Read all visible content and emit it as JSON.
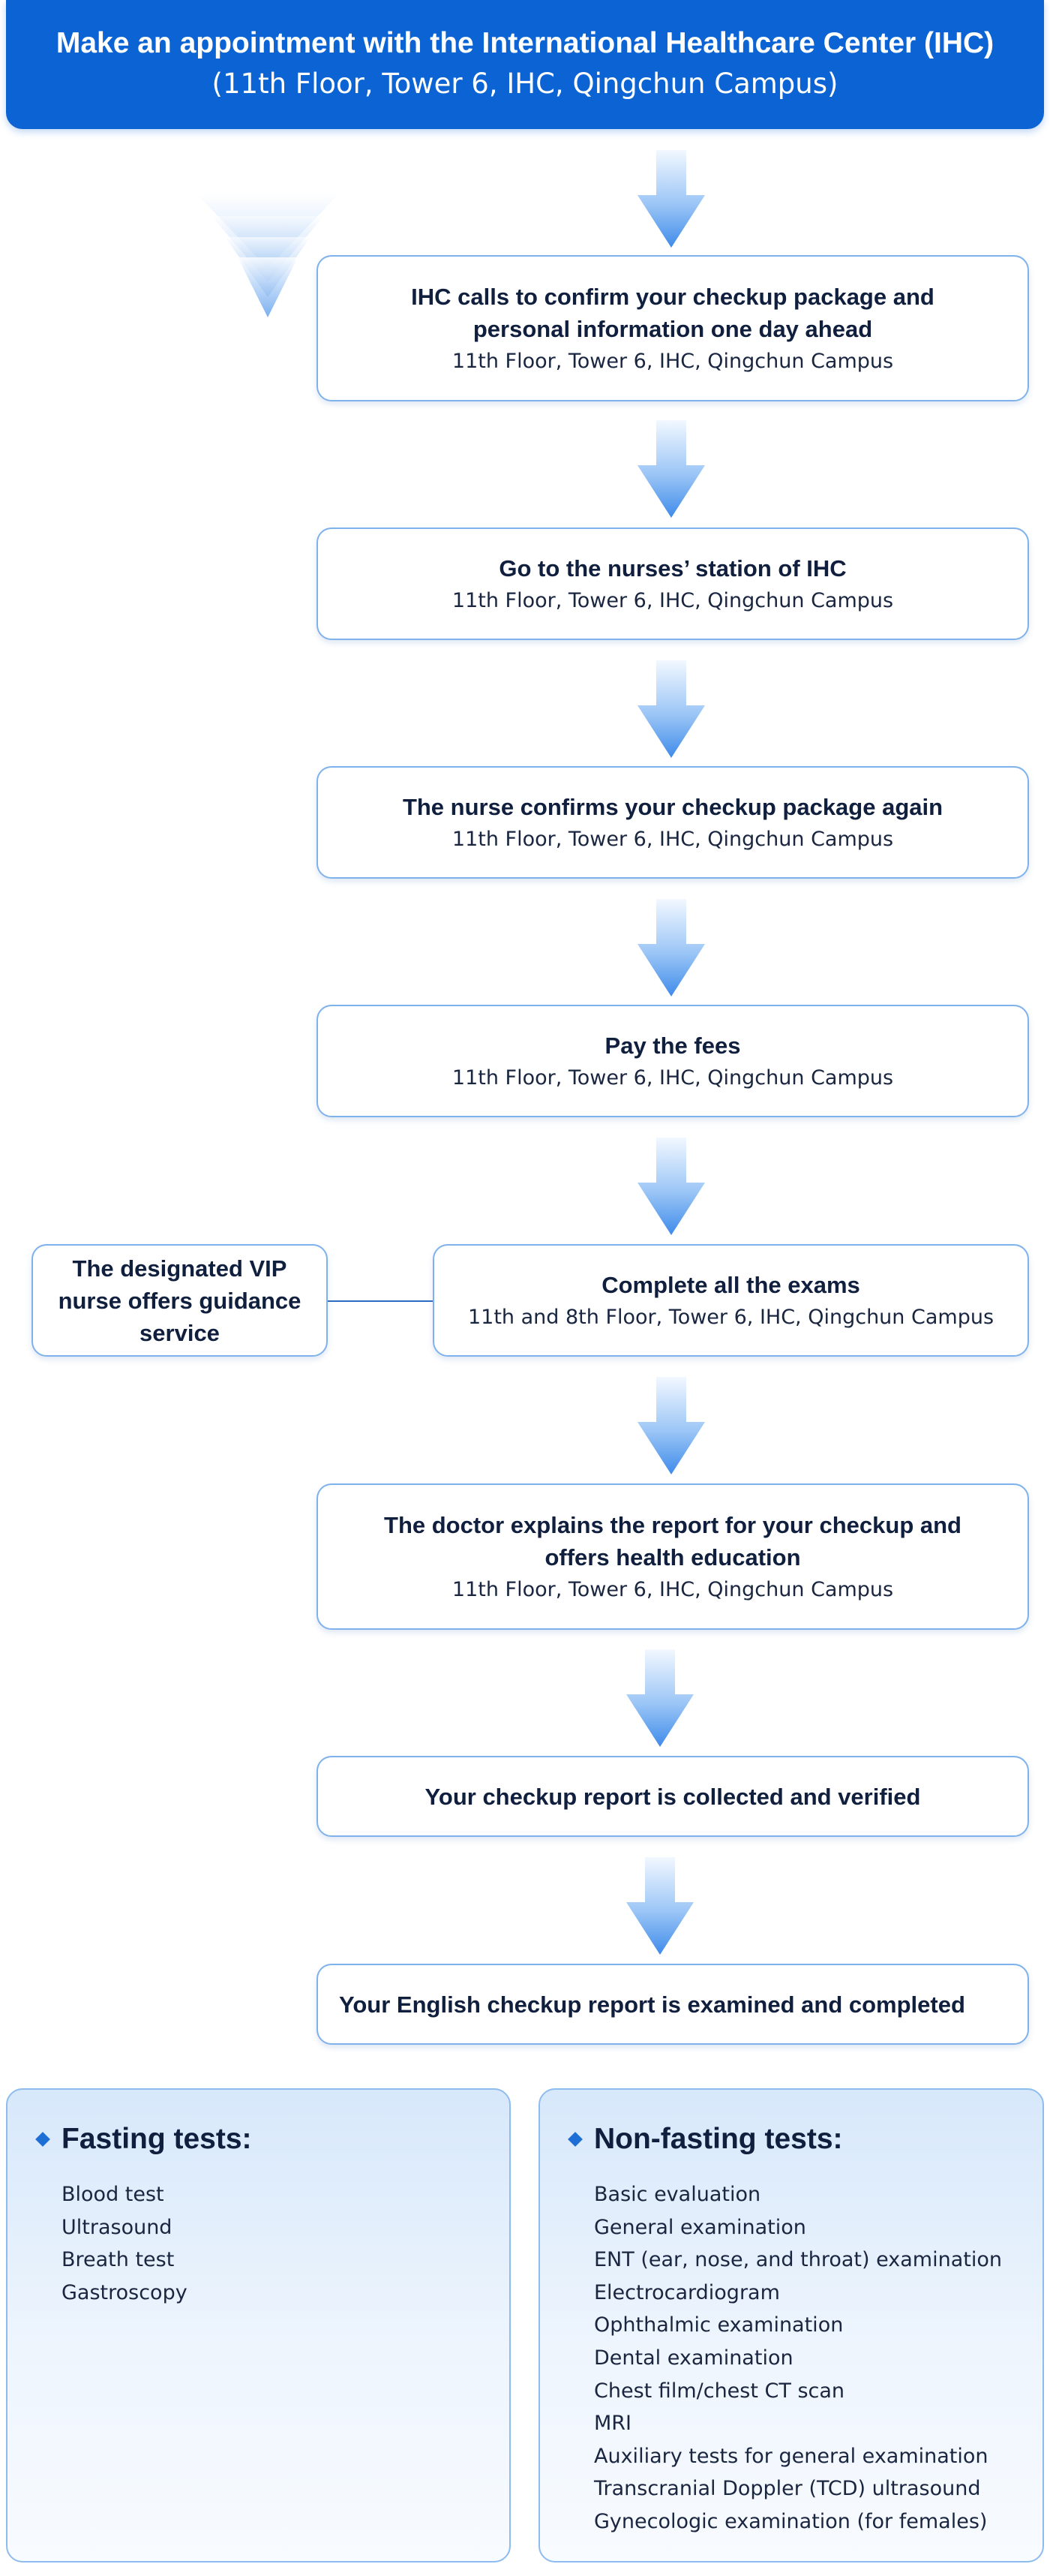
{
  "header": {
    "title": "Make an appointment with the International Healthcare Center (IHC)",
    "subtitle": "(11th Floor, Tower 6, IHC, Qingchun Campus)"
  },
  "steps": [
    {
      "title": "IHC calls to confirm your checkup package and personal information one day ahead",
      "location": "11th Floor, Tower 6, IHC, Qingchun Campus"
    },
    {
      "title": "Go to the nurses’ station of IHC",
      "location": "11th Floor, Tower 6, IHC, Qingchun Campus"
    },
    {
      "title": "The nurse confirms your checkup package again",
      "location": "11th Floor, Tower 6, IHC, Qingchun Campus"
    },
    {
      "title": "Pay the fees",
      "location": "11th Floor, Tower 6, IHC, Qingchun Campus"
    },
    {
      "title": "Complete all the exams",
      "location": "11th and 8th Floor, Tower 6, IHC, Qingchun Campus"
    },
    {
      "title": "The doctor explains the report for your checkup and offers health education",
      "location": "11th Floor, Tower 6, IHC, Qingchun Campus"
    },
    {
      "title": "Your checkup report is collected and verified"
    },
    {
      "title": "Your English checkup report is examined and completed"
    }
  ],
  "side_note": "The designated VIP nurse offers guidance service",
  "fasting": {
    "heading": "Fasting tests:",
    "items": [
      "Blood test",
      "Ultrasound",
      "Breath test",
      "Gastroscopy"
    ]
  },
  "non_fasting": {
    "heading": "Non-fasting tests:",
    "items": [
      "Basic evaluation",
      "General examination",
      "ENT (ear, nose, and throat) examination",
      "Electrocardiogram",
      "Ophthalmic examination",
      "Dental examination",
      "Chest film/chest CT scan",
      "MRI",
      "Auxiliary tests for general examination",
      "Transcranial Doppler (TCD) ultrasound",
      "Gynecologic examination (for females)"
    ]
  },
  "colors": {
    "primary": "#0b63d4",
    "box_border": "#7fb2ec",
    "arrow_light": "#eaf3fe",
    "arrow_dark": "#4f98ee"
  }
}
